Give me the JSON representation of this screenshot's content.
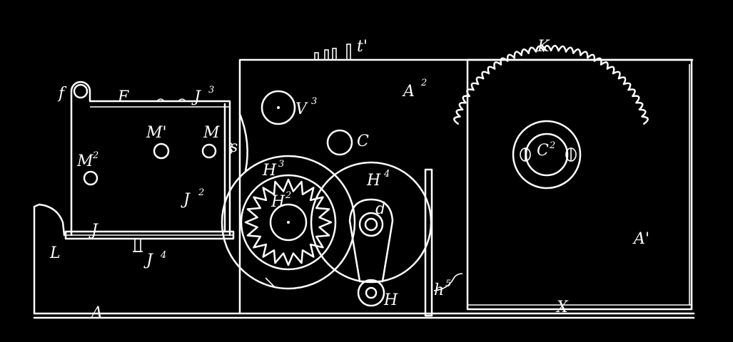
{
  "drawing": {
    "ink": "#ffffff",
    "paper": "#000000",
    "labels": {
      "K": "K",
      "A2": "A",
      "A2_sup": "2",
      "A1": "A'",
      "A": "A",
      "V": "V",
      "V_sup": "3",
      "C": "C",
      "C2": "C",
      "C2_sup": "2",
      "H3": "H",
      "H3_sup": "3",
      "H4": "H",
      "H4_sup": "4",
      "H2": "H",
      "H2_sup": "2",
      "H": "H",
      "J": "J",
      "J2": "J",
      "J2_sup": "2",
      "J3": "J",
      "J3_sup": "3",
      "J4": "J",
      "J4_sup": "4",
      "F": "F",
      "f": "f",
      "M": "M",
      "M1": "M'",
      "M2": "M",
      "M2_sup": "2",
      "L": "L",
      "X": "X",
      "t1": "t'",
      "s": "s",
      "d": "d",
      "h5": "h",
      "h5_sup": "5"
    }
  }
}
